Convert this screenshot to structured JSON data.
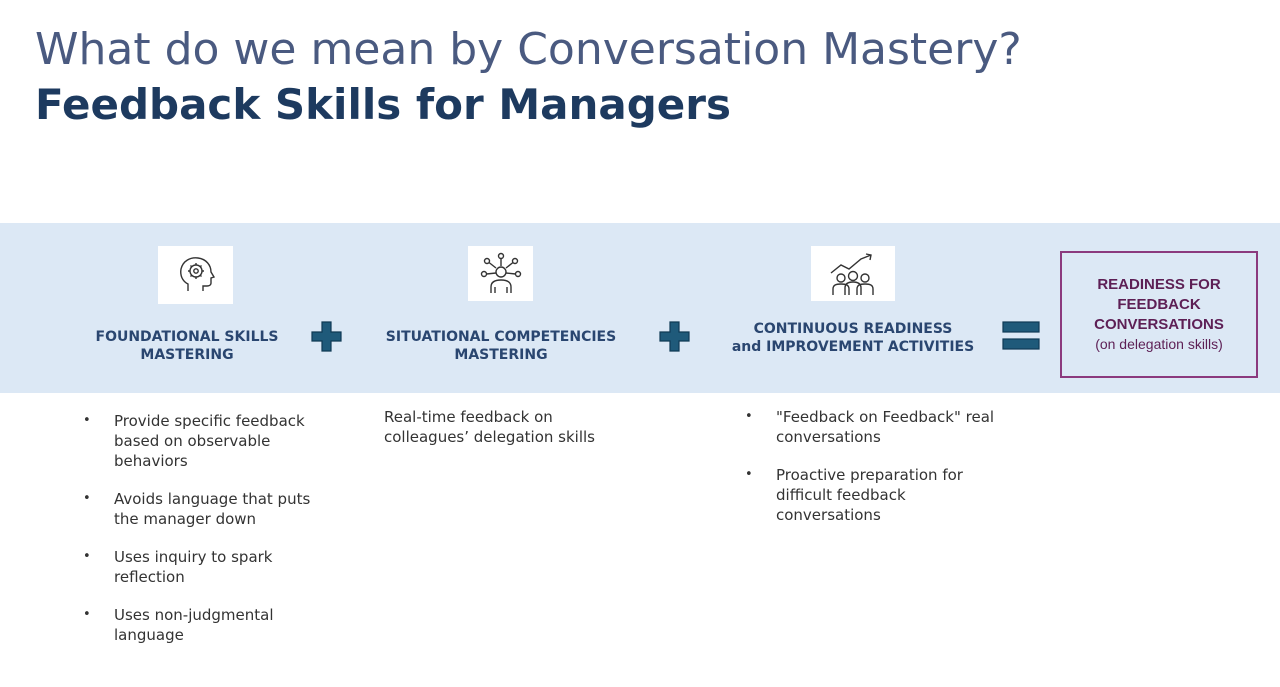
{
  "title": {
    "line1": "What do we mean by Conversation Mastery?",
    "line2": "Feedback Skills for Managers"
  },
  "columns": [
    {
      "icon": "brain-gear-icon",
      "heading_line1": "FOUNDATIONAL SKILLS",
      "heading_line2": "MASTERING",
      "items": [
        "Provide specific feedback based on observable behaviors",
        "Avoids language that puts the manager down",
        "Uses inquiry to spark reflection",
        "Uses non-judgmental language"
      ]
    },
    {
      "icon": "network-person-icon",
      "heading_line1": "SITUATIONAL COMPETENCIES",
      "heading_line2": "MASTERING",
      "text": "Real-time feedback on colleagues’ delegation skills"
    },
    {
      "icon": "team-growth-icon",
      "heading_line1": "CONTINUOUS READINESS",
      "heading_line2": "and IMPROVEMENT ACTIVITIES",
      "items": [
        "\"Feedback on Feedback\" real conversations",
        "Proactive preparation for difficult feedback conversations"
      ]
    }
  ],
  "operators": [
    "plus-icon",
    "plus-icon",
    "equals-icon"
  ],
  "result": {
    "line1": "READINESS FOR",
    "line2": "FEEDBACK",
    "line3": "CONVERSATIONS",
    "sub": "(on delegation skills)"
  },
  "colors": {
    "band": "#dce8f5",
    "heading": "#2a4670",
    "operator": "#1f5a7a",
    "result_border": "#8b3a7e",
    "result_text": "#5d1f55"
  }
}
